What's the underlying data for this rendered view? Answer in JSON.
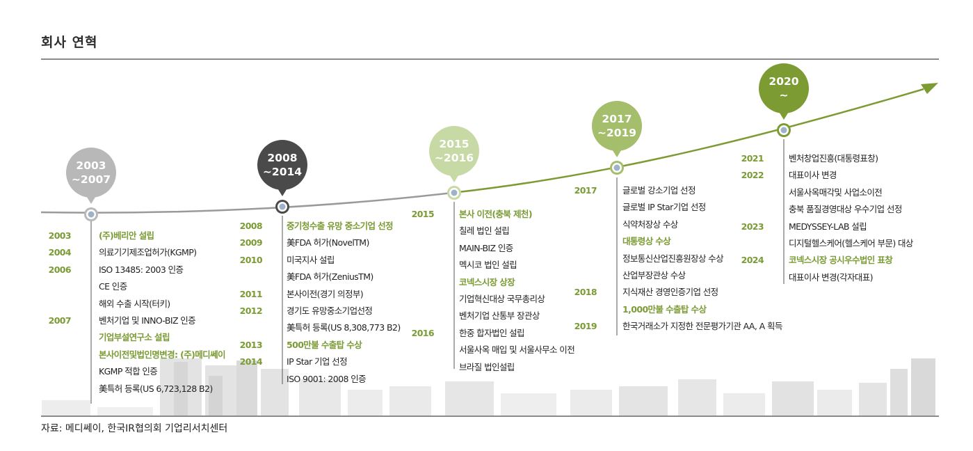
{
  "title": "회사 연혁",
  "source": "자료: 메디쎄이, 한국IR협의회 기업리서치센터",
  "periods": [
    {
      "label": "2003\n~2007",
      "color": "#b8b8b8",
      "events": [
        {
          "year": "2003",
          "text": "(주)베리안 설립",
          "highlight": true
        },
        {
          "year": "2004",
          "text": "의료기기제조업허가(KGMP)",
          "highlight": false
        },
        {
          "year": "2006",
          "text": "ISO 13485: 2003 인증",
          "highlight": false
        },
        {
          "year": "",
          "text": "CE 인증",
          "highlight": false
        },
        {
          "year": "",
          "text": "해외 수출 시작(터키)",
          "highlight": false
        },
        {
          "year": "2007",
          "text": "벤처기업 및 INNO-BIZ 인증",
          "highlight": false
        },
        {
          "year": "",
          "text": "기업부설연구소 설립",
          "highlight": true
        },
        {
          "year": "",
          "text": "본사이전및법인명변경: (주)메디쎄이",
          "highlight": true
        },
        {
          "year": "",
          "text": "KGMP 적합 인증",
          "highlight": false
        },
        {
          "year": "",
          "text": "美특허 등록(US 6,723,128 B2)",
          "highlight": false
        }
      ]
    },
    {
      "label": "2008\n~2014",
      "color": "#4a4a4a",
      "events": [
        {
          "year": "2008",
          "text": "중기청수출 유망 중소기업 선정",
          "highlight": true
        },
        {
          "year": "2009",
          "text": "美FDA 허가(NovelTM)",
          "highlight": false
        },
        {
          "year": "2010",
          "text": "미국지사 설립",
          "highlight": false
        },
        {
          "year": "",
          "text": "美FDA 허가(ZeniusTM)",
          "highlight": false
        },
        {
          "year": "2011",
          "text": "본사이전(경기 의정부)",
          "highlight": false
        },
        {
          "year": "2012",
          "text": "경기도 유망중소기업선정",
          "highlight": false
        },
        {
          "year": "",
          "text": "美특허 등록(US 8,308,773 B2)",
          "highlight": false
        },
        {
          "year": "2013",
          "text": "500만불 수출탑 수상",
          "highlight": true
        },
        {
          "year": "2014",
          "text": "IP Star 기업 선정",
          "highlight": false
        },
        {
          "year": "",
          "text": "ISO 9001: 2008 인증",
          "highlight": false
        }
      ]
    },
    {
      "label": "2015\n~2016",
      "color": "#c7d9a4",
      "events": [
        {
          "year": "2015",
          "text": "본사 이전(충북 제천)",
          "highlight": true
        },
        {
          "year": "",
          "text": "칠레 법인 설립",
          "highlight": false
        },
        {
          "year": "",
          "text": "MAIN-BIZ 인증",
          "highlight": false
        },
        {
          "year": "",
          "text": "멕시코 법인 설립",
          "highlight": false
        },
        {
          "year": "",
          "text": "코넥스시장 상장",
          "highlight": true
        },
        {
          "year": "",
          "text": "기업혁신대상 국무총리상",
          "highlight": false
        },
        {
          "year": "",
          "text": "벤처기업 산통부 장관상",
          "highlight": false
        },
        {
          "year": "2016",
          "text": "한중 합자법인 설립",
          "highlight": false
        },
        {
          "year": "",
          "text": "서울사옥 매입 및 서울사무소 이전",
          "highlight": false
        },
        {
          "year": "",
          "text": "브라질 법인설립",
          "highlight": false
        }
      ]
    },
    {
      "label": "2017\n~2019",
      "color": "#a4be6c",
      "events": [
        {
          "year": "2017",
          "text": "글로벌 강소기업 선정",
          "highlight": false
        },
        {
          "year": "",
          "text": "글로벌 IP Star기업 선정",
          "highlight": false
        },
        {
          "year": "",
          "text": "식약처장상 수상",
          "highlight": false
        },
        {
          "year": "",
          "text": "대통령상 수상",
          "highlight": true
        },
        {
          "year": "",
          "text": "정보통신산업진흥원장상 수상",
          "highlight": false
        },
        {
          "year": "",
          "text": "산업부장관상 수상",
          "highlight": false
        },
        {
          "year": "2018",
          "text": "지식재산 경영인증기업 선정",
          "highlight": false
        },
        {
          "year": "",
          "text": "1,000만불 수출탑 수상",
          "highlight": true
        },
        {
          "year": "2019",
          "text": "한국거래소가 지정한 전문평가기관 AA, A 획득",
          "highlight": false
        }
      ]
    },
    {
      "label": "2020\n~",
      "color": "#7d9b33",
      "events": [
        {
          "year": "2021",
          "text": "벤처창업진흥(대통령표창)",
          "highlight": false
        },
        {
          "year": "2022",
          "text": "대표이사 변경",
          "highlight": false
        },
        {
          "year": "",
          "text": "서울사옥매각및 사업소이전",
          "highlight": false
        },
        {
          "year": "",
          "text": "충북 품질경영대상 우수기업 선정",
          "highlight": false
        },
        {
          "year": "2023",
          "text": "MEDYSSEY-LAB 설립",
          "highlight": false
        },
        {
          "year": "",
          "text": "디지털헬스케어(헬스케어 부문) 대상",
          "highlight": false
        },
        {
          "year": "2024",
          "text": "코넥스시장 공시우수법인 표창",
          "highlight": true
        },
        {
          "year": "",
          "text": "대표이사 변경(각자대표)",
          "highlight": false
        }
      ]
    }
  ]
}
